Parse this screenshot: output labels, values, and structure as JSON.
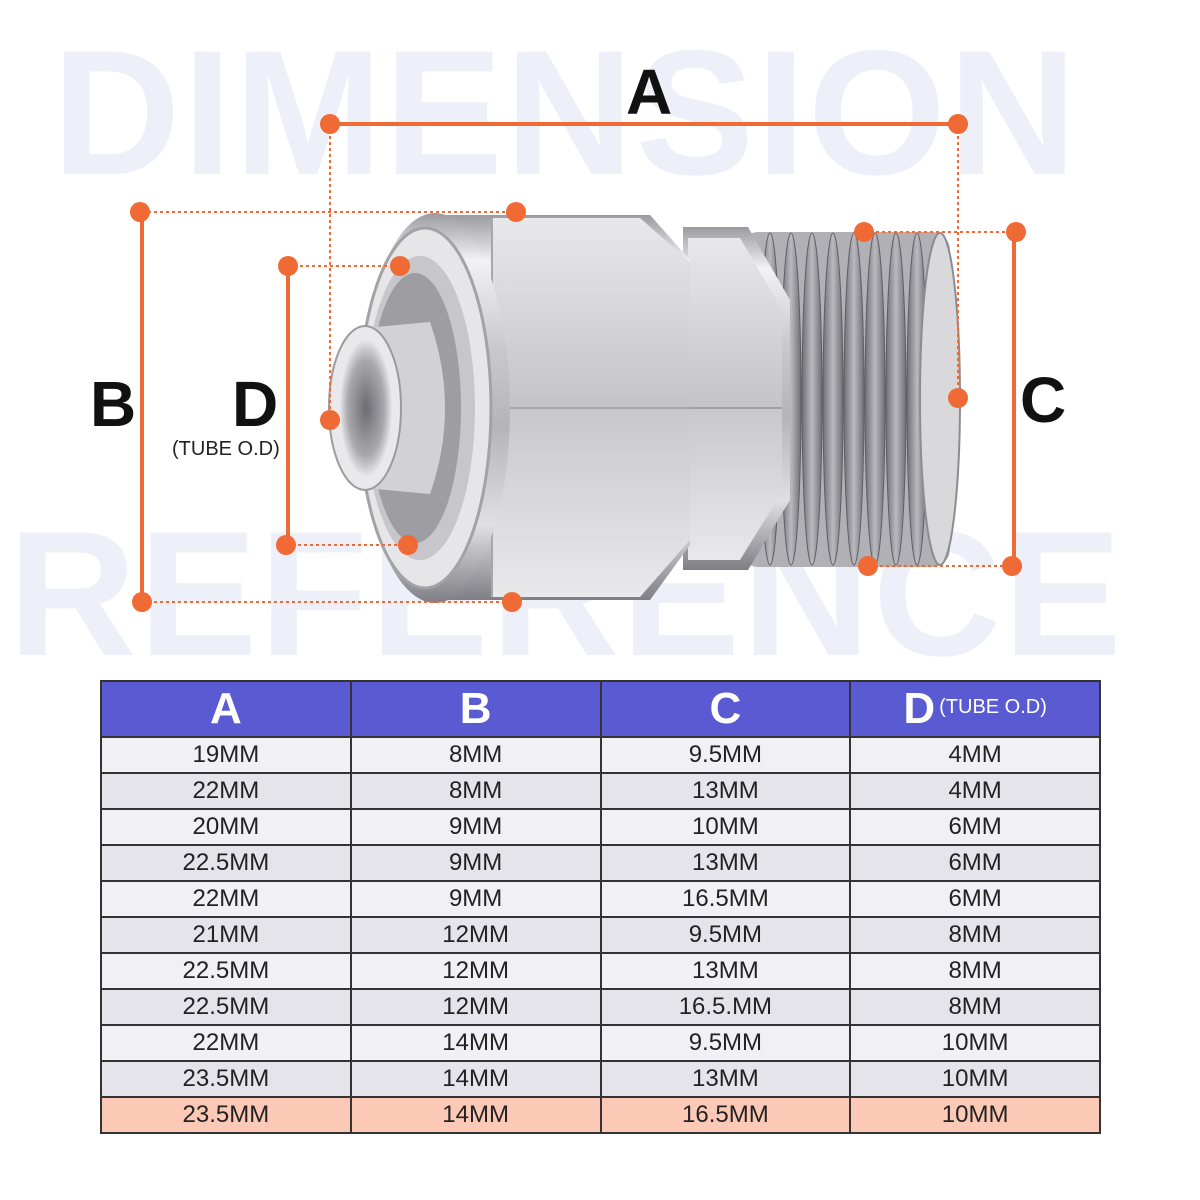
{
  "watermark": {
    "line1": "DIMENSION",
    "line2": "REFERENCE"
  },
  "diagram": {
    "labels": {
      "a": "A",
      "b": "B",
      "c": "C",
      "d": "D",
      "d_sub": "(TUBE O.D)"
    },
    "colors": {
      "dimension_line": "#f06a36",
      "metal_light": "#e6e6e8",
      "metal_dark": "#8a8a90"
    }
  },
  "table": {
    "headers": [
      {
        "label": "A",
        "sub": ""
      },
      {
        "label": "B",
        "sub": ""
      },
      {
        "label": "C",
        "sub": ""
      },
      {
        "label": "D",
        "sub": "(TUBE O.D)"
      }
    ],
    "header_color": "#5a5bd2",
    "highlight_color": "#fcc9b6",
    "rows": [
      [
        "19MM",
        "8MM",
        "9.5MM",
        "4MM"
      ],
      [
        "22MM",
        "8MM",
        "13MM",
        "4MM"
      ],
      [
        "20MM",
        "9MM",
        "10MM",
        "6MM"
      ],
      [
        "22.5MM",
        "9MM",
        "13MM",
        "6MM"
      ],
      [
        "22MM",
        "9MM",
        "16.5MM",
        "6MM"
      ],
      [
        "21MM",
        "12MM",
        "9.5MM",
        "8MM"
      ],
      [
        "22.5MM",
        "12MM",
        "13MM",
        "8MM"
      ],
      [
        "22.5MM",
        "12MM",
        "16.5.MM",
        "8MM"
      ],
      [
        "22MM",
        "14MM",
        "9.5MM",
        "10MM"
      ],
      [
        "23.5MM",
        "14MM",
        "13MM",
        "10MM"
      ],
      [
        "23.5MM",
        "14MM",
        "16.5MM",
        "10MM"
      ]
    ],
    "highlight_row": 10
  }
}
